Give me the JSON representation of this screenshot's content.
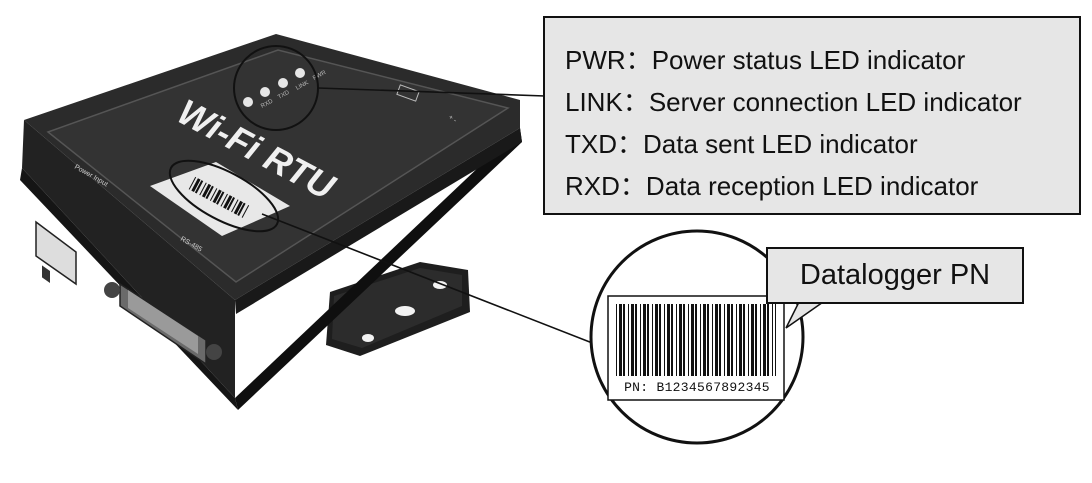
{
  "legend": {
    "items": [
      {
        "code": "PWR",
        "text": "Power status LED indicator"
      },
      {
        "code": "LINK",
        "text": "Server connection LED indicator"
      },
      {
        "code": "TXD",
        "text": "Data sent LED indicator"
      },
      {
        "code": "RXD",
        "text": "Data reception LED indicator"
      }
    ]
  },
  "callout": {
    "label": "Datalogger PN"
  },
  "barcode": {
    "pn_text": "PN: B1234567892345"
  },
  "device": {
    "brand_text": "Wi-Fi RTU",
    "led_labels": [
      "PWR",
      "LINK",
      "TXD",
      "RXD"
    ],
    "port_label": "RS-485",
    "colors": {
      "body": "#262626",
      "top": "#363636",
      "edge": "#0e0e0e"
    }
  }
}
